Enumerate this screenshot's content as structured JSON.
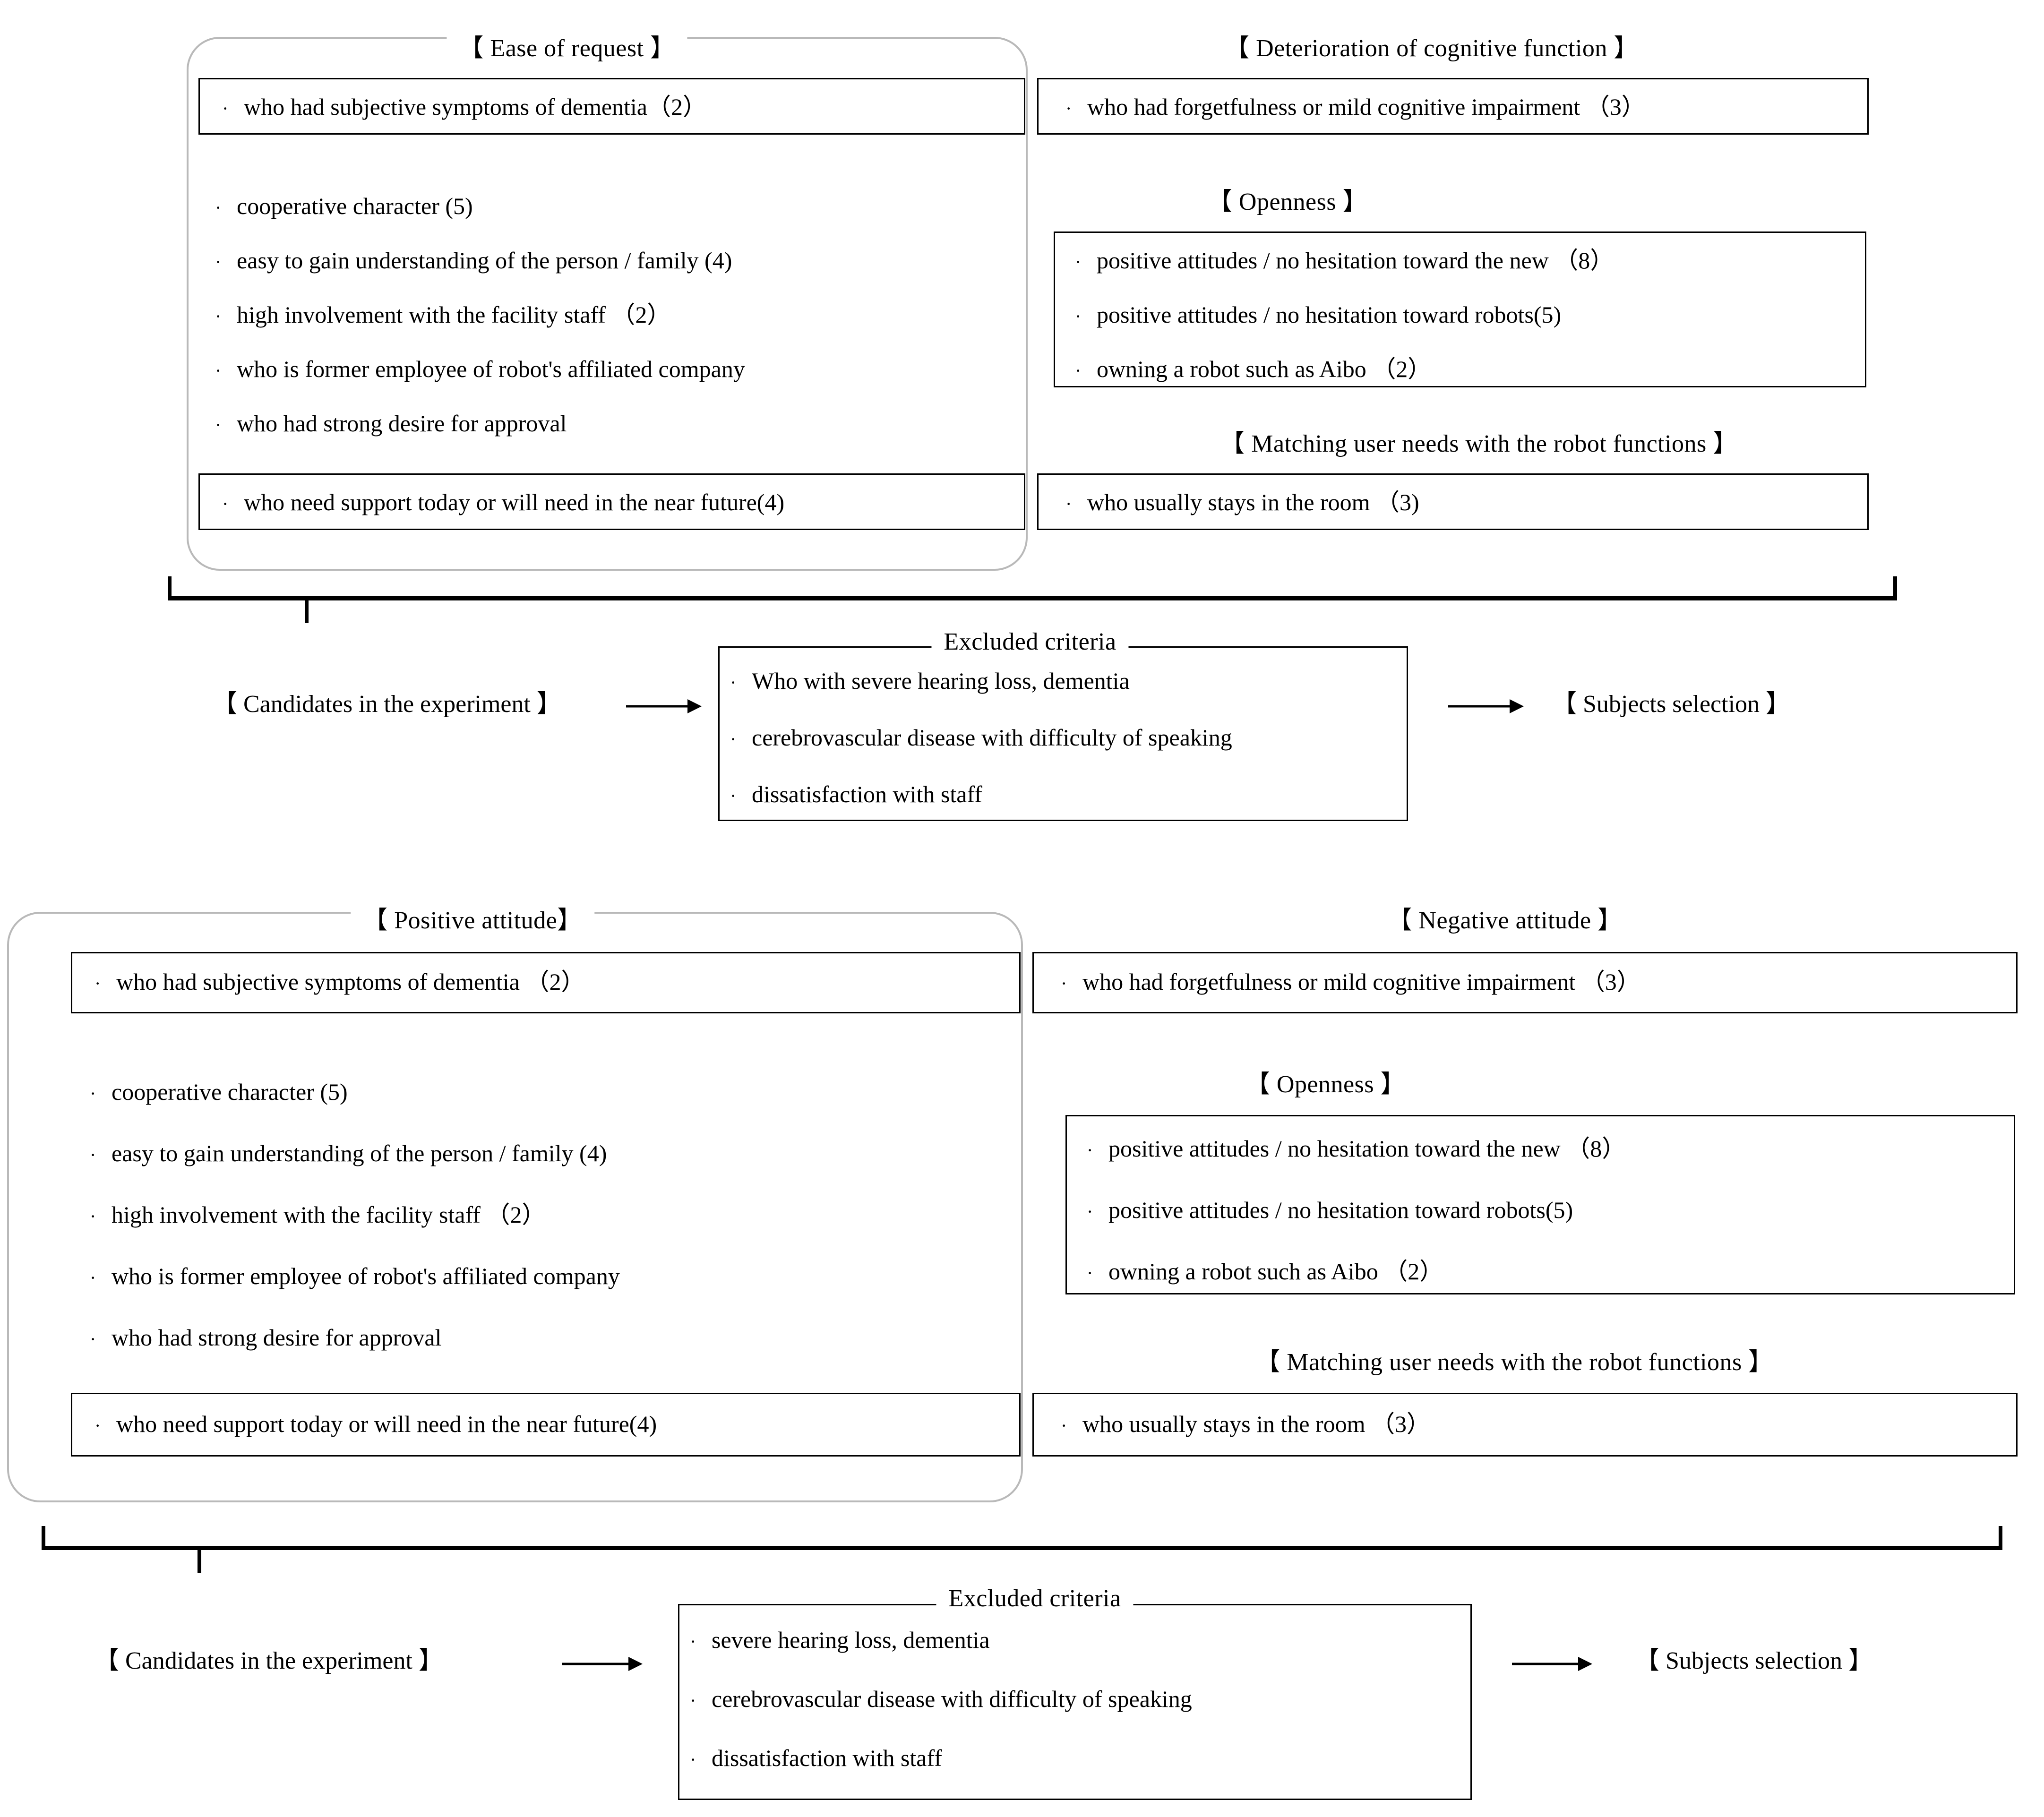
{
  "diagram": {
    "title_hidden": "",
    "panels": [
      {
        "id": "panel-top",
        "groups": [
          {
            "name": "ease-of-request",
            "label": "【 Ease of request 】",
            "items": [
              {
                "text": "who had subjective symptoms of dementia（2）"
              }
            ]
          },
          {
            "name": "deterioration-of-cognitive-function",
            "label": "【 Deterioration of cognitive function 】",
            "items": [
              {
                "text": "who had forgetfulness or mild cognitive impairment （3）"
              }
            ]
          },
          {
            "name": "middle-left-attributes",
            "label": "",
            "items": [
              {
                "text": "cooperative character (5)"
              },
              {
                "text": "easy to gain understanding of the person / family (4)"
              },
              {
                "text": "high involvement with the facility staff （2）"
              },
              {
                "text": "who is former employee of robot's affiliated company"
              },
              {
                "text": "who had strong desire for approval"
              }
            ]
          },
          {
            "name": "openness",
            "label": "【 Openness 】",
            "items": [
              {
                "text": "positive attitudes / no hesitation toward the new （8）"
              },
              {
                "text": "positive attitudes / no hesitation toward robots(5)"
              },
              {
                "text": "owning a robot such as Aibo （2）"
              }
            ]
          },
          {
            "name": "support-need",
            "label": "",
            "items": [
              {
                "text": "who need support today or will need in the near future(4)"
              }
            ]
          },
          {
            "name": "matching-user-needs",
            "label": "【 Matching user needs with the robot functions 】",
            "items": [
              {
                "text": "who usually stays in the room （3)"
              }
            ]
          }
        ],
        "flow": {
          "source_label": "【 Candidates in the experiment 】",
          "target_label": "【 Subjects selection 】",
          "excluded": {
            "label": "Excluded criteria",
            "items": [
              {
                "text": "Who with severe hearing loss, dementia"
              },
              {
                "text": "cerebrovascular disease with difficulty of speaking"
              },
              {
                "text": "dissatisfaction with staff"
              }
            ]
          }
        }
      },
      {
        "id": "panel-bottom",
        "groups": [
          {
            "name": "positive-attitude",
            "label": "【 Positive attitude】",
            "items": [
              {
                "text": "who had subjective symptoms of dementia （2）"
              }
            ]
          },
          {
            "name": "negative-attitude",
            "label": "【 Negative attitude 】",
            "items": [
              {
                "text": "who had forgetfulness or mild cognitive impairment （3）"
              }
            ]
          },
          {
            "name": "middle-left-attributes",
            "label": "",
            "items": [
              {
                "text": "cooperative character (5)"
              },
              {
                "text": "easy to gain understanding of the person / family (4)"
              },
              {
                "text": "high involvement with the facility staff （2）"
              },
              {
                "text": "who is former employee of robot's affiliated company"
              },
              {
                "text": "who had strong desire for approval"
              }
            ]
          },
          {
            "name": "openness",
            "label": "【 Openness 】",
            "items": [
              {
                "text": "positive attitudes / no hesitation toward the new （8）"
              },
              {
                "text": "positive attitudes / no hesitation toward robots(5)"
              },
              {
                "text": "owning a robot such as Aibo （2）"
              }
            ]
          },
          {
            "name": "support-need",
            "label": "",
            "items": [
              {
                "text": "who need support today or will need in the near future(4)"
              }
            ]
          },
          {
            "name": "matching-user-needs",
            "label": "【 Matching user needs with the robot functions 】",
            "items": [
              {
                "text": "who usually stays in the room （3）"
              }
            ]
          }
        ],
        "flow": {
          "source_label": "【 Candidates in the experiment 】",
          "target_label": "【 Subjects selection 】",
          "excluded": {
            "label": "Excluded criteria",
            "items": [
              {
                "text": "severe hearing loss, dementia"
              },
              {
                "text": "cerebrovascular disease with difficulty of speaking"
              },
              {
                "text": "dissatisfaction with staff"
              }
            ]
          }
        }
      }
    ],
    "bullet_glyph": "·",
    "colors": {
      "ink": "#000000",
      "capsule_outline": "#b9b9b9",
      "background": "#ffffff"
    }
  }
}
